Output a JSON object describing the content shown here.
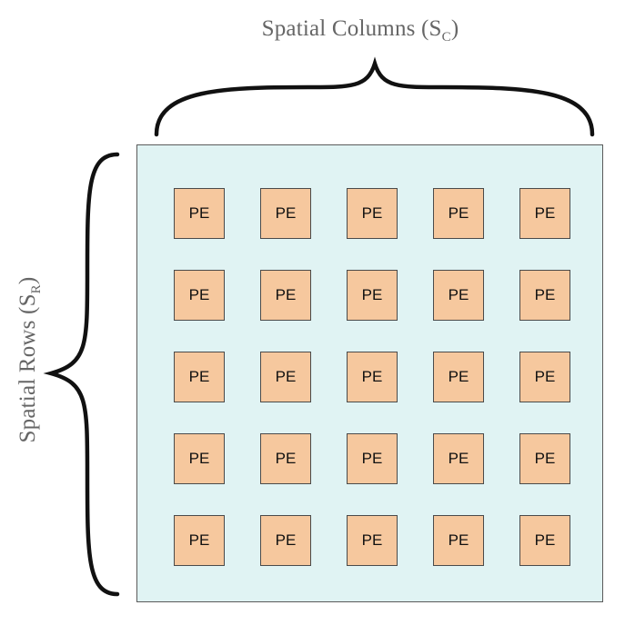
{
  "column_label": {
    "text": "Spatial Columns (S",
    "sub": "C",
    "close": ")"
  },
  "row_label": {
    "text": "Spatial Rows (S",
    "sub": "R",
    "close": ")"
  },
  "pe_label": "PE",
  "grid": {
    "rows": 5,
    "cols": 5
  },
  "colors": {
    "array_fill": "#e0f3f3",
    "pe_fill": "#f6c89e",
    "label_text": "#666666"
  }
}
